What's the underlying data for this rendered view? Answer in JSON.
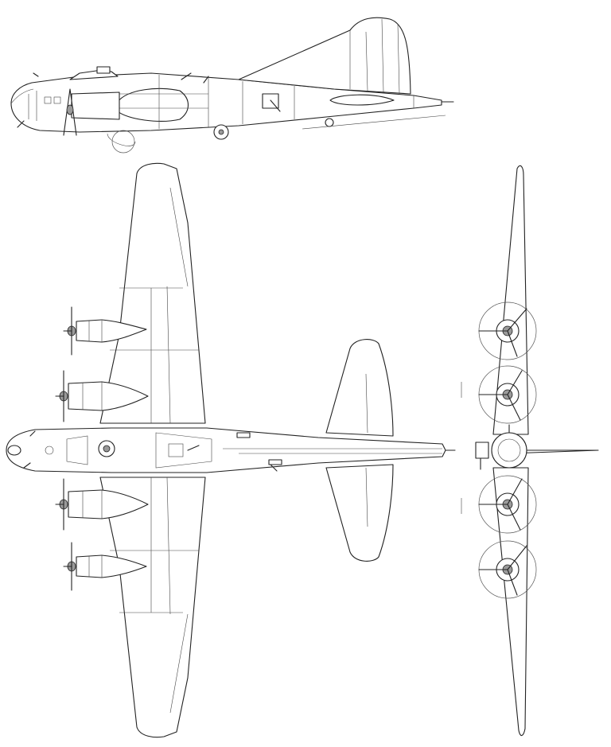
{
  "figure": {
    "views": [
      {
        "id": "side-view",
        "label": ""
      },
      {
        "id": "top-view",
        "label": ""
      },
      {
        "id": "front-view",
        "label": ""
      }
    ],
    "engines_per_side": 2,
    "propeller_blades": 3,
    "colors": {
      "line": "#222222",
      "background": "#ffffff",
      "spinner": "#9a9a9a"
    }
  }
}
